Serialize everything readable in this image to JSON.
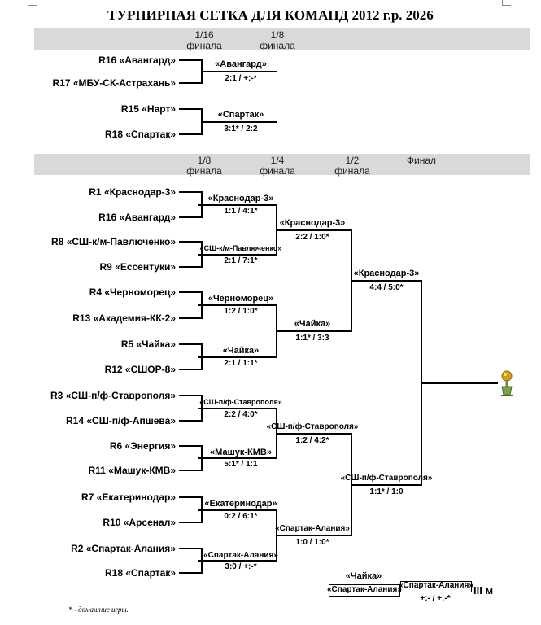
{
  "title": "ТУРНИРНАЯ СЕТКА ДЛЯ КОМАНД 2012 г.р. 2026",
  "part1": {
    "headers": [
      "1/16 финала",
      "1/8 финала"
    ],
    "matches": [
      {
        "home": "R16 «Авангард»",
        "away": "R17 «МБУ-СК-Астрахань»",
        "winner": "«Авангард»",
        "score": "2:1 / +:-*"
      },
      {
        "home": "R15 «Нарт»",
        "away": "R18 «Спартак»",
        "winner": "«Спартак»",
        "score": "3:1* / 2:2"
      }
    ]
  },
  "part2": {
    "headers": [
      "1/8 финала",
      "1/4 финала",
      "1/2 финала",
      "Финал"
    ],
    "r16": [
      {
        "home": "R1 «Краснодар-3»",
        "away": "R16 «Авангард»",
        "winner": "«Краснодар-3»",
        "score": "1:1 / 4:1*"
      },
      {
        "home": "R8 «СШ-к/м-Павлюченко»",
        "away": "R9 «Ессентуки»",
        "winner": "«СШ-к/м-Павлюченко»",
        "score": "2:1 / 7:1*"
      },
      {
        "home": "R4 «Черноморец»",
        "away": "R13 «Академия-КК-2»",
        "winner": "«Черноморец»",
        "score": "1:2 / 1:0*"
      },
      {
        "home": "R5 «Чайка»",
        "away": "R12 «СШОР-8»",
        "winner": "«Чайка»",
        "score": "2:1 / 1:1*"
      },
      {
        "home": "R3 «СШ-п/ф-Ставрополя»",
        "away": "R14 «СШ-п/ф-Апшева»",
        "winner": "«СШ-п/ф-Ставрополя»",
        "score": "2:2 / 4:0*"
      },
      {
        "home": "R6 «Энергия»",
        "away": "R11 «Машук-КМВ»",
        "winner": "«Машук-КМВ»",
        "score": "5:1* / 1:1"
      },
      {
        "home": "R7 «Екатеринодар»",
        "away": "R10 «Арсенал»",
        "winner": "«Екатеринодар»",
        "score": "0:2 / 6:1*"
      },
      {
        "home": "R2 «Спартак-Алания»",
        "away": "R18 «Спартак»",
        "winner": "«Спартак-Алания»",
        "score": "3:0 / +:-*"
      }
    ],
    "qf": [
      {
        "winner": "«Краснодар-3»",
        "score": "2:2 / 1:0*"
      },
      {
        "winner": "«Чайка»",
        "score": "1:1* / 3:3"
      },
      {
        "winner": "«СШ-п/ф-Ставрополя»",
        "score": "1:2 / 4:2*"
      },
      {
        "winner": "«Спартак-Алания»",
        "score": "1:0 / 1:0*"
      }
    ],
    "sf": [
      {
        "winner": "«Краснодар-3»",
        "score": "4:4 / 5:0*"
      },
      {
        "winner": "«СШ-п/ф-Ставрополя»",
        "score": "1:1* / 1:0"
      }
    ],
    "trophy_icon": "trophy-icon"
  },
  "third_place": {
    "team_a": "«Чайка»",
    "team_b": "«Спартак-Алания»",
    "winner": "«Спартак-Алания»",
    "score": "+:- / +:-*",
    "label": "III м"
  },
  "footnote": "* - домашние игры."
}
